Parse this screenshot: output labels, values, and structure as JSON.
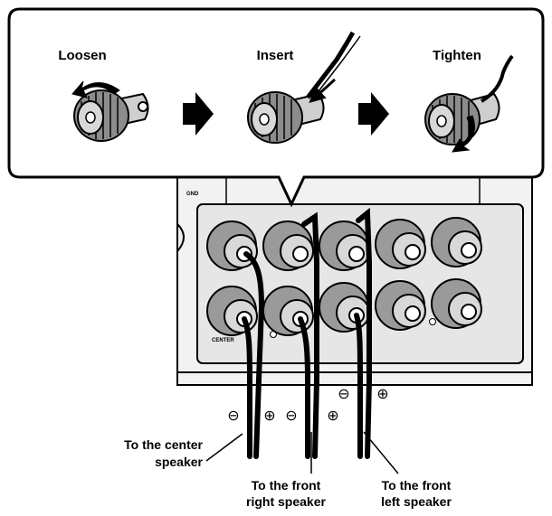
{
  "steps": [
    {
      "label": "Loosen",
      "icon": "rotate-ccw-arrow-icon"
    },
    {
      "label": "Insert",
      "icon": "insert-arrow-icon"
    },
    {
      "label": "Tighten",
      "icon": "rotate-cw-arrow-icon"
    }
  ],
  "panel_labels": {
    "gnd": "GND",
    "center": "CENTER"
  },
  "polarity_symbols": {
    "negative": "⊖",
    "positive": "⊕"
  },
  "speakers": [
    {
      "line1": "To the center",
      "line2": "speaker"
    },
    {
      "line1": "To the front",
      "line2": "right speaker"
    },
    {
      "line1": "To the front",
      "line2": "left speaker"
    }
  ]
}
